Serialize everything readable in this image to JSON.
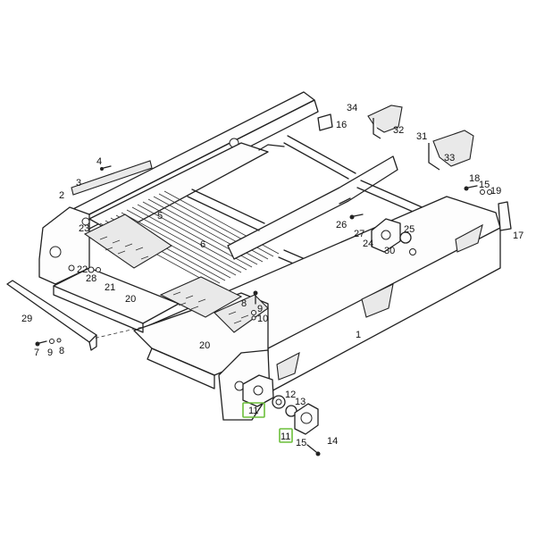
{
  "callouts": [
    {
      "id": "c34",
      "text": "34"
    },
    {
      "id": "c32",
      "text": "32"
    },
    {
      "id": "c16",
      "text": "16"
    },
    {
      "id": "c31",
      "text": "31"
    },
    {
      "id": "c33",
      "text": "33"
    },
    {
      "id": "c4",
      "text": "4"
    },
    {
      "id": "c3",
      "text": "3"
    },
    {
      "id": "c2",
      "text": "2"
    },
    {
      "id": "c5",
      "text": "5"
    },
    {
      "id": "c18",
      "text": "18"
    },
    {
      "id": "c15a",
      "text": "15"
    },
    {
      "id": "c19",
      "text": "19"
    },
    {
      "id": "c23",
      "text": "23"
    },
    {
      "id": "c6",
      "text": "6"
    },
    {
      "id": "c26",
      "text": "26"
    },
    {
      "id": "c25",
      "text": "25"
    },
    {
      "id": "c27",
      "text": "27"
    },
    {
      "id": "c24",
      "text": "24"
    },
    {
      "id": "c30",
      "text": "30"
    },
    {
      "id": "c17",
      "text": "17"
    },
    {
      "id": "c22",
      "text": "22"
    },
    {
      "id": "c28",
      "text": "28"
    },
    {
      "id": "c21",
      "text": "21"
    },
    {
      "id": "c20a",
      "text": "20"
    },
    {
      "id": "c8a",
      "text": "8"
    },
    {
      "id": "c9a",
      "text": "9"
    },
    {
      "id": "c10",
      "text": "10"
    },
    {
      "id": "c29",
      "text": "29"
    },
    {
      "id": "c1",
      "text": "1"
    },
    {
      "id": "c7",
      "text": "7"
    },
    {
      "id": "c9b",
      "text": "9"
    },
    {
      "id": "c8b",
      "text": "8"
    },
    {
      "id": "c20b",
      "text": "20"
    },
    {
      "id": "c12",
      "text": "12"
    },
    {
      "id": "c13",
      "text": "13"
    },
    {
      "id": "c15b",
      "text": "15"
    },
    {
      "id": "c14",
      "text": "14"
    }
  ],
  "highlighted_callouts": [
    {
      "id": "h11a",
      "text": "11"
    },
    {
      "id": "h11b",
      "text": "11"
    }
  ],
  "highlight_color": "#6cbf3a"
}
